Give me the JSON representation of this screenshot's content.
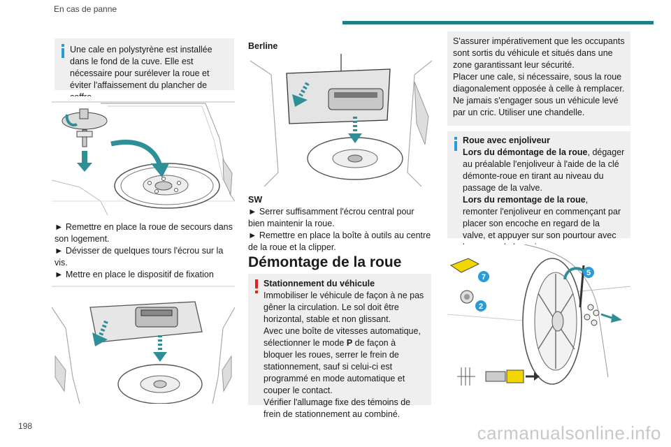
{
  "header": {
    "section_title": "En cas de panne",
    "accent_color": "#1f7f87"
  },
  "page_number": "198",
  "watermark": "carmanualsonline.info",
  "col1": {
    "note_text": "Une cale en polystyrène est installée dans le fond de la cuve. Elle est nécessaire pour surélever la roue et éviter l'affaissement du plancher de coffre.",
    "note_icon": "info-icon",
    "steps": [
      "Remettre en place la roue de secours dans son logement.",
      "Dévisser de quelques tours l'écrou sur la vis.",
      "Mettre en place le dispositif de fixation (écrou et vis) au centre de la roue."
    ]
  },
  "col2": {
    "berline_label": "Berline",
    "sw_label": "SW",
    "sw_steps": [
      "Serrer suffisamment l'écrou central pour bien maintenir la roue.",
      "Remettre en place la boîte à outils au centre de la roue et la clipper."
    ],
    "heading": "Démontage de la roue",
    "warning": {
      "icon": "warning-icon",
      "title": "Stationnement du véhicule",
      "lines": [
        "Immobiliser le véhicule de façon à ne pas gêner la circulation. Le sol doit être horizontal, stable et non glissant.",
        "Avec une boîte de vitesses automatique, sélectionner le mode ",
        "P",
        " de façon à bloquer les roues, serrer le frein de stationnement, sauf si celui-ci est programmé en mode automatique et couper le contact.",
        "Vérifier l'allumage fixe des témoins de frein de stationnement au combiné."
      ]
    }
  },
  "col3": {
    "box_lines": [
      "S'assurer impérativement que les occupants sont sortis du véhicule et situés dans une zone garantissant leur sécurité.",
      "Placer une cale, si nécessaire, sous la roue diagonalement opposée à celle à remplacer.",
      "Ne jamais s'engager sous un véhicule levé par un cric. Utiliser une chandelle."
    ],
    "enjoliveur": {
      "icon": "info-icon",
      "title": "Roue avec enjoliveur",
      "removal_bold": "Lors du démontage de la roue",
      "removal_text": ", dégager au préalable l'enjoliveur à l'aide de la clé démonte-roue en tirant au niveau du passage de la valve.",
      "refit_bold": "Lors du remontage de la roue",
      "refit_text": ", remonter l'enjoliveur en commençant par placer son encoche en regard de la valve, et appuyer sur son pourtour avec la paume de la main."
    },
    "callouts": [
      "7",
      "5",
      "2"
    ]
  }
}
